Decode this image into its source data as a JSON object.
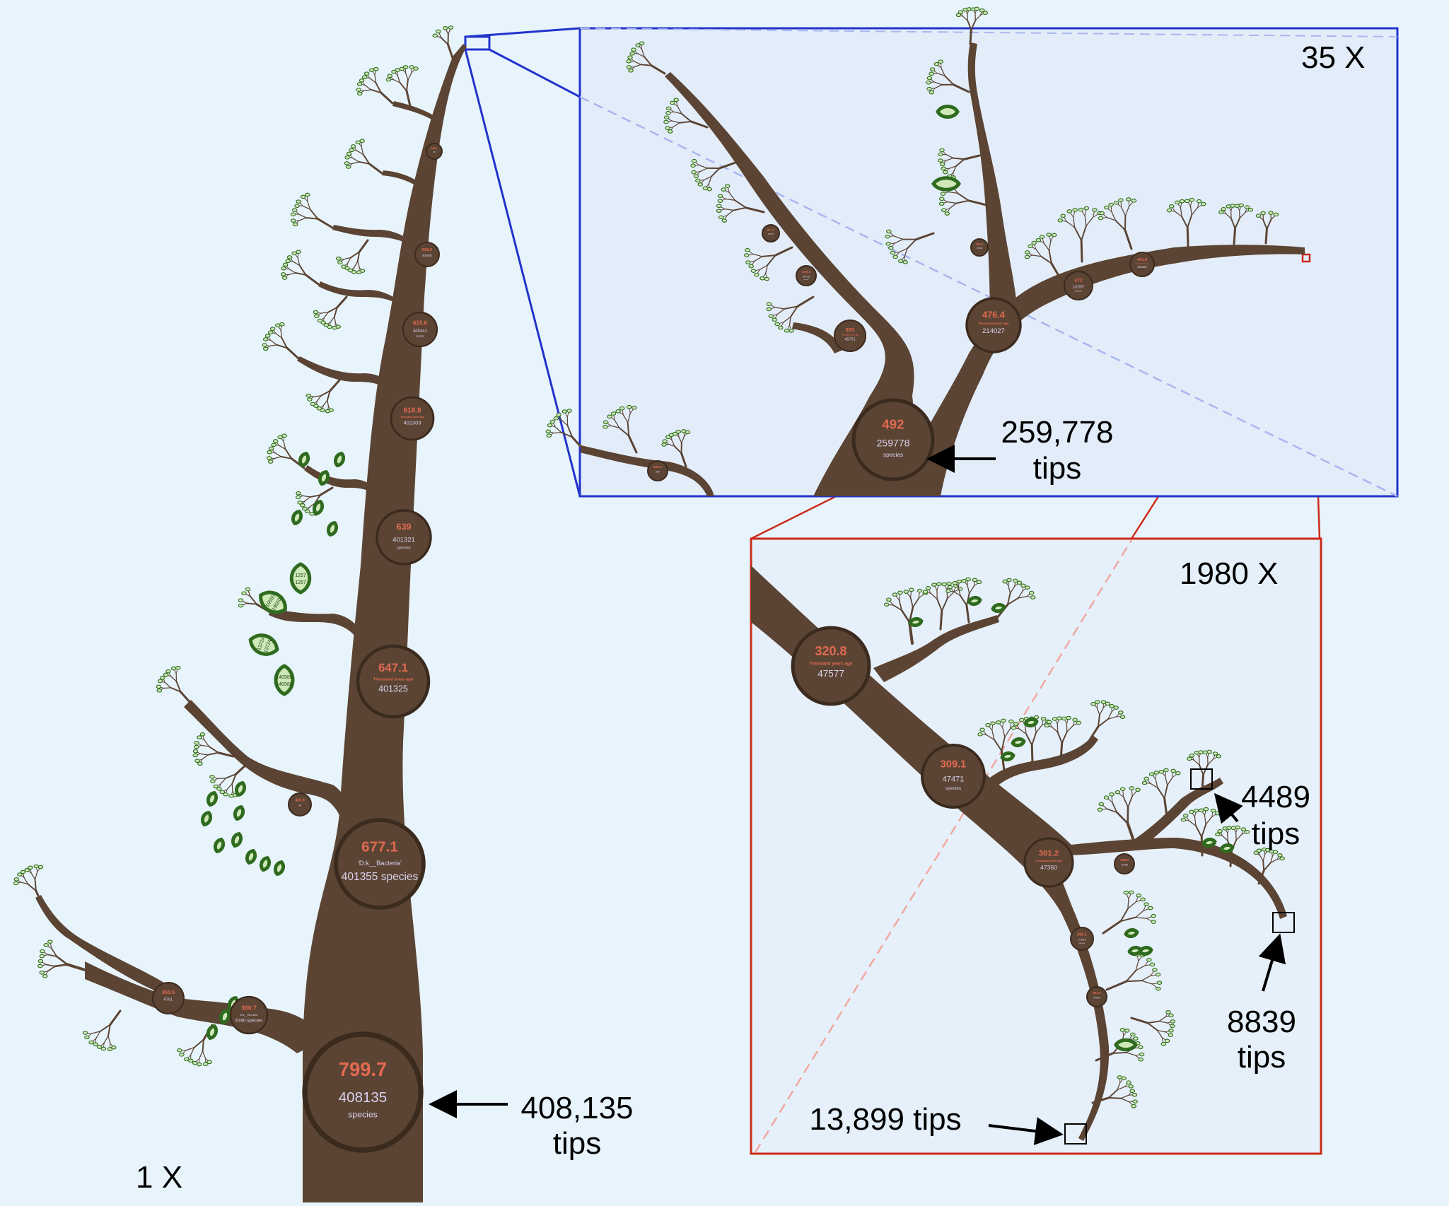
{
  "colors": {
    "background": "#e8f4fc",
    "branch": "#5b4433",
    "node_ring": "#3b2a1e",
    "node_value": "#e36a52",
    "node_text": "#d9d2ee",
    "leaf_fill": "#cfe8b8",
    "leaf_stroke": "#2f6b1f",
    "zoom_35x": "#2233cc",
    "zoom_1980x": "#cc2a18"
  },
  "panels": {
    "main": {
      "zoom_label": "1 X",
      "tip_count": "408,135",
      "tip_unit": "tips"
    },
    "zoom_35x": {
      "zoom_label": "35 X",
      "tip_count": "259,778",
      "tip_unit": "tips"
    },
    "zoom_1980x": {
      "zoom_label": "1980 X",
      "callouts": [
        {
          "count": "4489",
          "unit": "tips"
        },
        {
          "count": "8839",
          "unit": "tips"
        },
        {
          "text": "13,899 tips"
        }
      ]
    }
  },
  "main_nodes": [
    {
      "value": "799.7",
      "count": "408135",
      "unit": "species"
    },
    {
      "value": "677.1",
      "name": "'D:k__Bacteria'",
      "count": "401355 species"
    },
    {
      "value": "647.1",
      "sub": "Thousand years ago",
      "count": "401325"
    },
    {
      "value": "639",
      "count": "401321",
      "unit": "species"
    },
    {
      "value": "618.9",
      "sub": "Thousand years ago",
      "count": "401303"
    },
    {
      "value": "615.6",
      "count": "400441",
      "unit": "species"
    },
    {
      "value": "592.6",
      "count": "400487"
    },
    {
      "value": "588.1",
      "count": "25"
    },
    {
      "value": "351.5",
      "count": "6751"
    },
    {
      "value": "380.7",
      "name": "'D:k__Archaea'",
      "count": "6780 species"
    },
    {
      "value": "430.9",
      "count": "30"
    }
  ],
  "leaves_main": [
    {
      "a": "1257",
      "b": "1257"
    },
    {
      "a": "19550",
      "b": "19550"
    },
    {
      "a": "13724",
      "b": "13724"
    },
    {
      "a": "140588",
      "b": "140588"
    }
  ],
  "zoom35_nodes": [
    {
      "value": "492",
      "count": "259778",
      "unit": "species"
    },
    {
      "value": "476.4",
      "sub": "Thousand years ago",
      "count": "214027"
    },
    {
      "value": "893",
      "sub": "Thousand years ago",
      "count": "45751"
    },
    {
      "value": "472",
      "count": "130787",
      "unit": "species"
    },
    {
      "value": "461.9",
      "sub": "Thousand years ago",
      "count": "118291"
    },
    {
      "value": "478.1",
      "count": "45719",
      "unit": "species"
    },
    {
      "value": "507.4",
      "count": "44379"
    },
    {
      "value": "499.3",
      "count": "76040"
    },
    {
      "value": "226.4",
      "count": "309"
    }
  ],
  "zoom1980_nodes": [
    {
      "value": "320.8",
      "sub": "Thousand years ago",
      "count": "47577"
    },
    {
      "value": "309.1",
      "count": "47471",
      "unit": "species"
    },
    {
      "value": "301.2",
      "sub": "Thousand years ago",
      "count": "47360"
    },
    {
      "value": "298.3",
      "count": "19788"
    },
    {
      "value": "296.1",
      "count": "27624",
      "unit": "species"
    },
    {
      "value": "284.9",
      "count": "27500"
    }
  ]
}
